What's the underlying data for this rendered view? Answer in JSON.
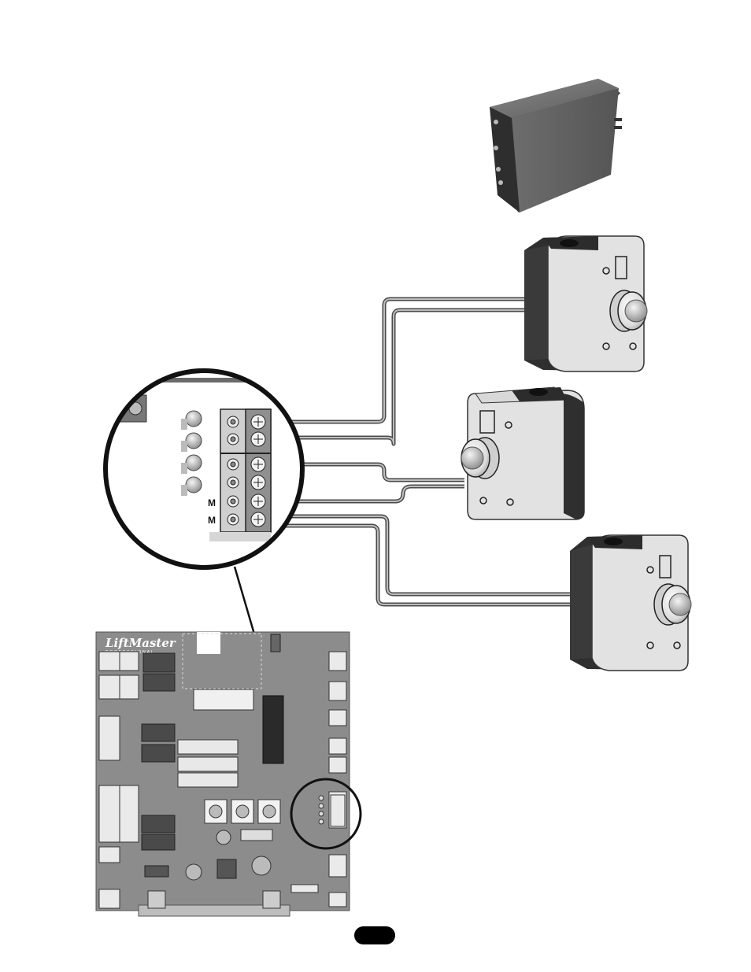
{
  "diagram": {
    "board_brand": "LiftMaster",
    "board_brand_sub": "PROFESSIONAL",
    "terminal_labels": [
      "M",
      "M"
    ],
    "page_badge": ""
  },
  "colors": {
    "wire_dark": "#4a4a4a",
    "wire_light": "#a9a9a9",
    "box_face": "#e4e4e4",
    "box_side": "#3c3c3c",
    "board": "#8c8c8c",
    "badge": "#000000"
  }
}
